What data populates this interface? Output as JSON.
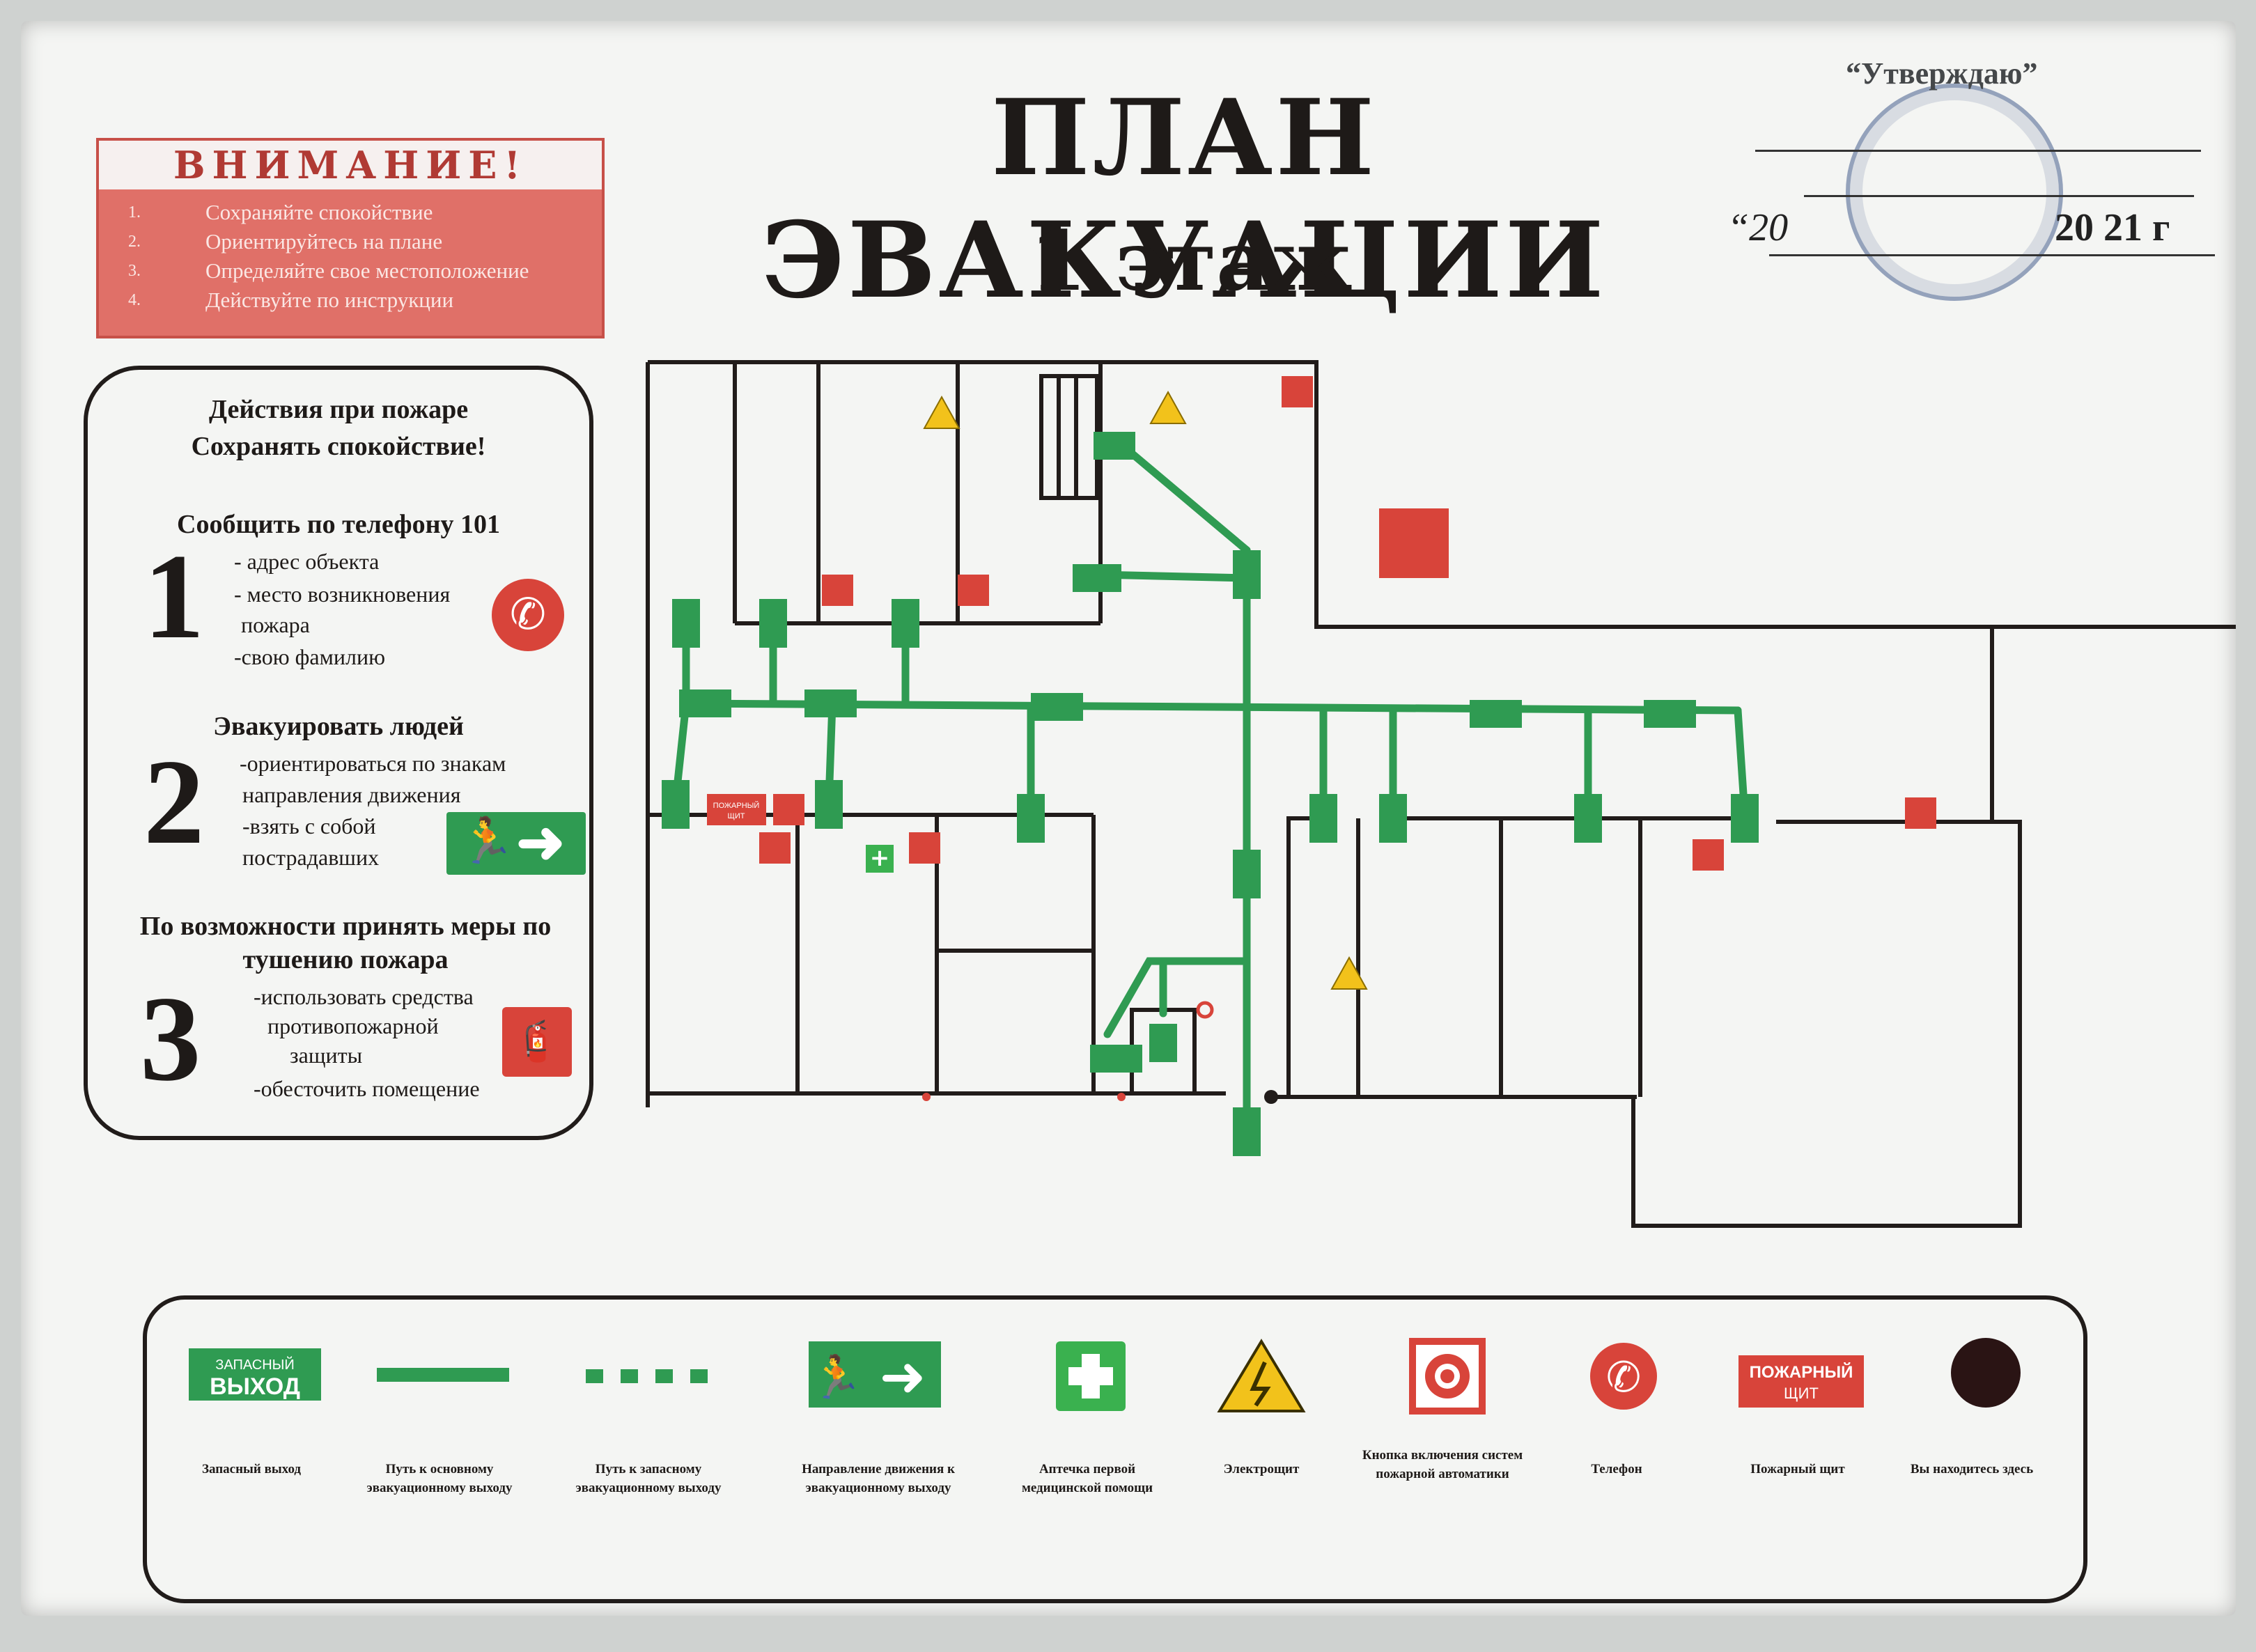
{
  "title": "ПЛАН ЭВАКУАЦИИ",
  "floor": "1 этаж",
  "approval": {
    "label": "“Утверждаю”",
    "day": "“20",
    "year": "20 21 г"
  },
  "attention": {
    "heading": "ВНИМАНИЕ!",
    "items": [
      {
        "num": "1.",
        "text": "Сохраняйте спокойствие"
      },
      {
        "num": "2.",
        "text": "Ориентируйтесь на плане"
      },
      {
        "num": "3.",
        "text": "Определяйте свое местоположение"
      },
      {
        "num": "4.",
        "text": "Действуйте по инструкции"
      }
    ]
  },
  "fire_actions": {
    "heading": "Действия при пожаре",
    "subheading": "Сохранять спокойствие!",
    "steps": [
      {
        "num": "1",
        "title": "Сообщить по телефону 101",
        "bullets": [
          "- адрес объекта",
          "- место возникновения",
          "пожара",
          "-свою фамилию"
        ]
      },
      {
        "num": "2",
        "title": "Эвакуировать людей",
        "bullets": [
          "-ориентироваться по знакам",
          "направления движения",
          "-взять с собой",
          "пострадавших"
        ]
      },
      {
        "num": "3",
        "title": "По возможности принять меры по тушению пожара",
        "bullets": [
          "-использовать средства",
          "противопожарной",
          "защиты",
          "-обесточить помещение"
        ]
      }
    ]
  },
  "map": {
    "fire_panel_label_1": "ПОЖАРНЫЙ",
    "fire_panel_label_2": "ЩИТ"
  },
  "legend": {
    "items": [
      {
        "label": "Запасный выход",
        "sign_line1": "ЗАПАСНЫЙ",
        "sign_line2": "ВЫХОД"
      },
      {
        "label": "Путь к основному эвакуационному выходу"
      },
      {
        "label": "Путь к запасному эвакуационному выходу"
      },
      {
        "label": "Направление движения к эвакуационному выходу"
      },
      {
        "label": "Аптечка первой медицинской помощи"
      },
      {
        "label": "Электрощит"
      },
      {
        "label": "Кнопка включения систем пожарной автоматики"
      },
      {
        "label": "Телефон"
      },
      {
        "label": "Пожарный щит",
        "sign_line1": "ПОЖАРНЫЙ",
        "sign_line2": "ЩИТ"
      },
      {
        "label": "Вы находитесь здесь"
      }
    ]
  },
  "colors": {
    "route_green": "#2f9b52",
    "fire_red": "#d8443a",
    "attention_red": "#e07068",
    "wall": "#211c1a",
    "warning_yellow": "#f2c21b"
  }
}
